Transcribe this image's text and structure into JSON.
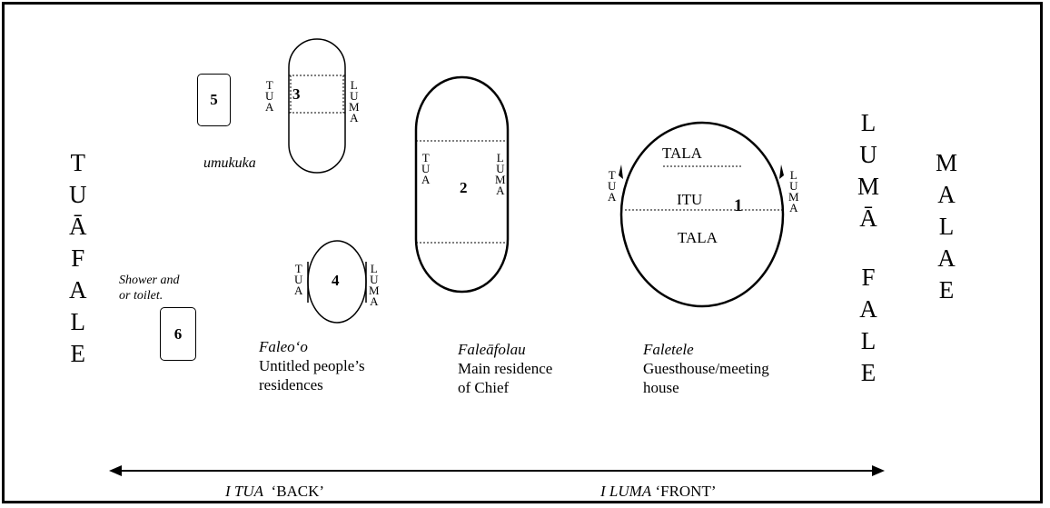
{
  "zones": {
    "tuafale": [
      "T",
      "U",
      "Ā",
      "F",
      "A",
      "L",
      "E"
    ],
    "lumafale": [
      "L",
      "U",
      "M",
      "Ā",
      "",
      "F",
      "A",
      "L",
      "E"
    ],
    "malae": [
      "M",
      "A",
      "L",
      "A",
      "E"
    ]
  },
  "side_labels": {
    "tua": [
      "T",
      "U",
      "A"
    ],
    "luma": [
      "L",
      "U",
      "M",
      "A"
    ]
  },
  "buildings": {
    "b1": {
      "number": "1",
      "top": "TALA",
      "middle": "ITU",
      "bottom": "TALA"
    },
    "b2": {
      "number": "2"
    },
    "b3": {
      "number": "3"
    },
    "b4": {
      "number": "4"
    },
    "b5": {
      "number": "5"
    },
    "b6": {
      "number": "6"
    }
  },
  "labels": {
    "umukuka": "umukuka",
    "shower_line1": "Shower and",
    "shower_line2": "or toilet.",
    "faleoo_name": "Faleo‘o",
    "faleoo_desc1": "Untitled people’s",
    "faleoo_desc2": "residences",
    "faleafolau_name": "Faleāfolau",
    "faleafolau_desc1": "Main residence",
    "faleafolau_desc2": "of Chief",
    "faletele_name": "Faletele",
    "faletele_desc1": "Guesthouse/meeting",
    "faletele_desc2": "house"
  },
  "axis": {
    "back_it": "I TUA",
    "back_word": "‘BACK’",
    "front_it": "I LUMA",
    "front_word": "‘FRONT’"
  }
}
